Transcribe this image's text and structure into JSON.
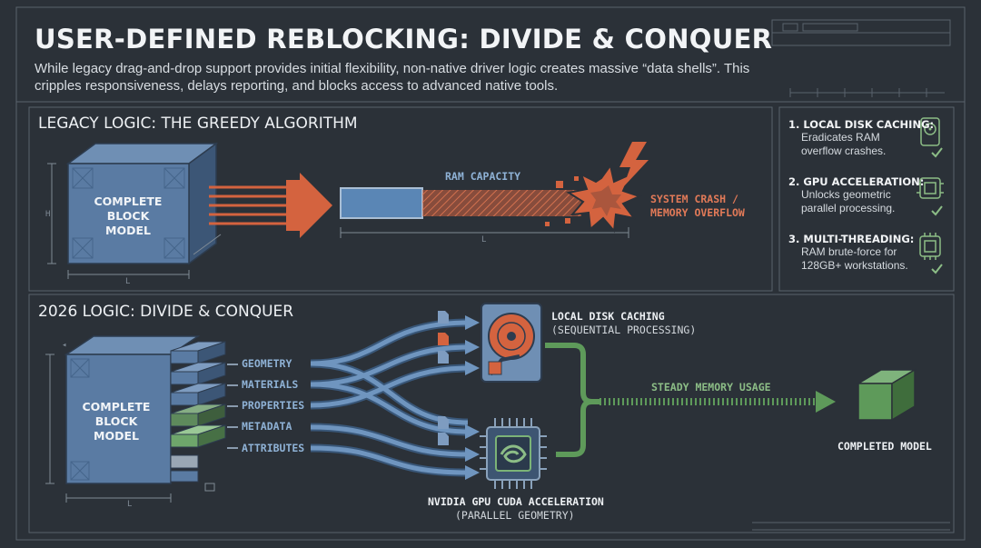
{
  "title": "USER-DEFINED REBLOCKING: DIVIDE & CONQUER",
  "subtitle": "While legacy drag-and-drop support provides initial flexibility, non-native driver logic creates massive “data shells”. This cripples responsiveness, delays reporting, and blocks access to advanced native tools.",
  "legacy": {
    "heading": "LEGACY LOGIC: THE GREEDY ALGORITHM",
    "block_lines": [
      "COMPLETE",
      "BLOCK",
      "MODEL"
    ],
    "ram_label": "RAM CAPACITY",
    "crash_lines": [
      "SYSTEM CRASH /",
      "MEMORY OVERFLOW"
    ]
  },
  "modern": {
    "heading": "2026 LOGIC: DIVIDE & CONQUER",
    "block_lines": [
      "COMPLETE",
      "BLOCK",
      "MODEL"
    ],
    "streams": [
      "GEOMETRY",
      "MATERIALS",
      "PROPERTIES",
      "METADATA",
      "ATTRIBUTES"
    ],
    "disk_label": "LOCAL DISK CACHING",
    "disk_sub": "(SEQUENTIAL PROCESSING)",
    "gpu_label": "NVIDIA GPU CUDA ACCELERATION",
    "gpu_sub": "(PARALLEL GEOMETRY)",
    "memory_label": "STEADY MEMORY USAGE",
    "result_label": "COMPLETED MODEL"
  },
  "sidebar": [
    {
      "num": "1.",
      "title": "LOCAL DISK CACHING:",
      "desc": [
        "Eradicates RAM",
        "overflow crashes."
      ],
      "icon": "hard-drive-icon"
    },
    {
      "num": "2.",
      "title": "GPU ACCELERATION:",
      "desc": [
        "Unlocks geometric",
        "parallel processing."
      ],
      "icon": "gpu-chip-icon"
    },
    {
      "num": "3.",
      "title": "MULTI-THREADING:",
      "desc": [
        "RAM brute-force for",
        "128GB+ workstations."
      ],
      "icon": "cpu-chip-icon"
    }
  ],
  "colors": {
    "background": "#2b3138",
    "blue": "#5a86b5",
    "red": "#d4633f",
    "green": "#5e9a5a"
  }
}
